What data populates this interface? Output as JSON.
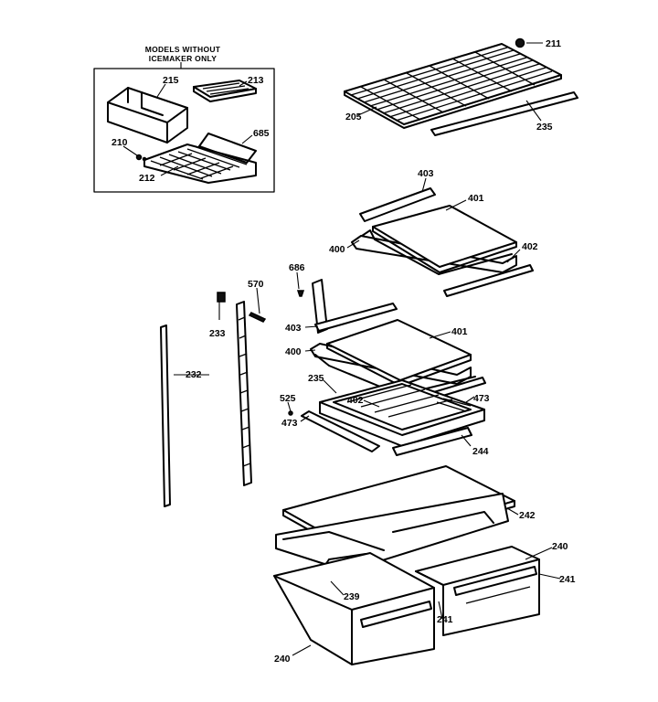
{
  "inset_note": {
    "line1": "MODELS WITHOUT",
    "line2": "ICEMAKER ONLY"
  },
  "callouts": {
    "c211": "211",
    "c205": "205",
    "c235a": "235",
    "c215": "215",
    "c213": "213",
    "c685": "685",
    "c210": "210",
    "c212": "212",
    "c403a": "403",
    "c401a": "401",
    "c400a": "400",
    "c402a": "402",
    "c686": "686",
    "c570": "570",
    "c233": "233",
    "c232": "232",
    "c403b": "403",
    "c401b": "401",
    "c400b": "400",
    "c235b": "235",
    "c402b": "402",
    "c473a": "473",
    "c525": "525",
    "c473b": "473",
    "c244": "244",
    "c242": "242",
    "c240a": "240",
    "c241a": "241",
    "c239": "239",
    "c241b": "241",
    "c240b": "240"
  }
}
